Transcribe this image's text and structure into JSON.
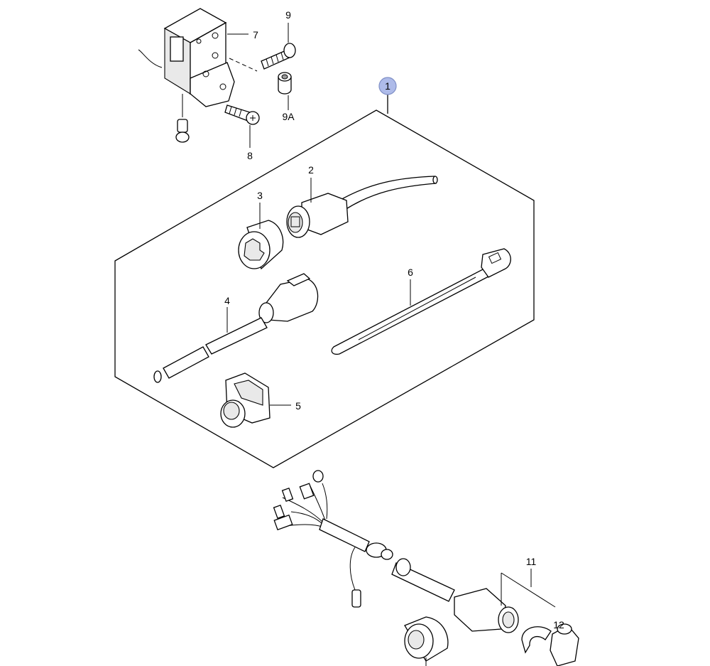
{
  "callouts": {
    "c1": "1",
    "c2": "2",
    "c3": "3",
    "c4": "4",
    "c5": "5",
    "c6": "6",
    "c7": "7",
    "c8": "8",
    "c9": "9",
    "c9a": "9A",
    "c11": "11",
    "c12": "12"
  },
  "colors": {
    "highlight": "#aebbe9",
    "line": "#000000",
    "background": "#ffffff"
  }
}
